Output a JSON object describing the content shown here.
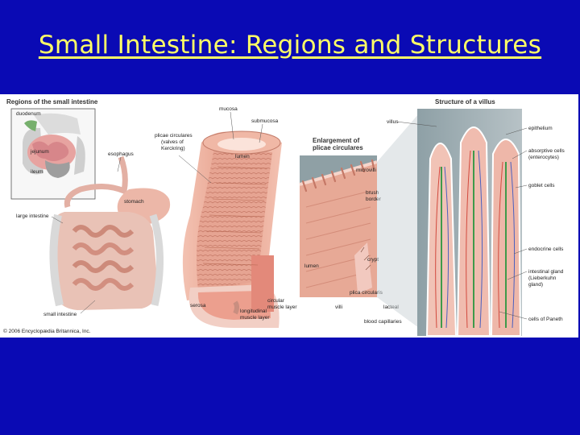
{
  "slide": {
    "title": "Small Intestine: Regions and Structures"
  },
  "figure": {
    "panel_regions": {
      "heading": "Regions of the small intestine",
      "labels": {
        "duodenum": "duodenum",
        "jejunum": "jejunum",
        "ileum": "ileum",
        "esophagus": "esophagus",
        "stomach": "stomach",
        "large_intestine": "large intestine",
        "small_intestine": "small intestine"
      }
    },
    "panel_section": {
      "labels": {
        "mucosa": "mucosa",
        "submucosa": "submucosa",
        "plicae": "plicae circulares (valves of Kerckring)",
        "lumen": "lumen",
        "circular": "circular muscle layer",
        "longitudinal": "longitudinal muscle layer",
        "serosa": "serosa"
      }
    },
    "panel_enlargement": {
      "heading": "Enlargement of plicae circulares",
      "labels": {
        "microvilli": "microvilli",
        "brush_border": "brush border",
        "crypt": "crypt",
        "lumen": "lumen",
        "plicae": "plica circularis",
        "villi": "villi",
        "lacteal": "lacteal",
        "capillaries": "blood capillaries"
      }
    },
    "panel_villus": {
      "heading": "Structure of a villus",
      "labels": {
        "villus": "villus",
        "epithelium": "epithelium",
        "absorptive": "absorptive cells (enterocytes)",
        "goblet": "goblet cells",
        "endocrine": "endocrine cells",
        "gland": "intestinal gland (Lieberkuhn gland)",
        "paneth": "cells of Paneth"
      }
    },
    "copyright": "© 2006 Encyclopædia Britannica, Inc."
  },
  "colors": {
    "background": "#0a0ab4",
    "title": "#ffff66",
    "tissue": "#e8a090",
    "lumen_gray": "#8a9aa0"
  }
}
